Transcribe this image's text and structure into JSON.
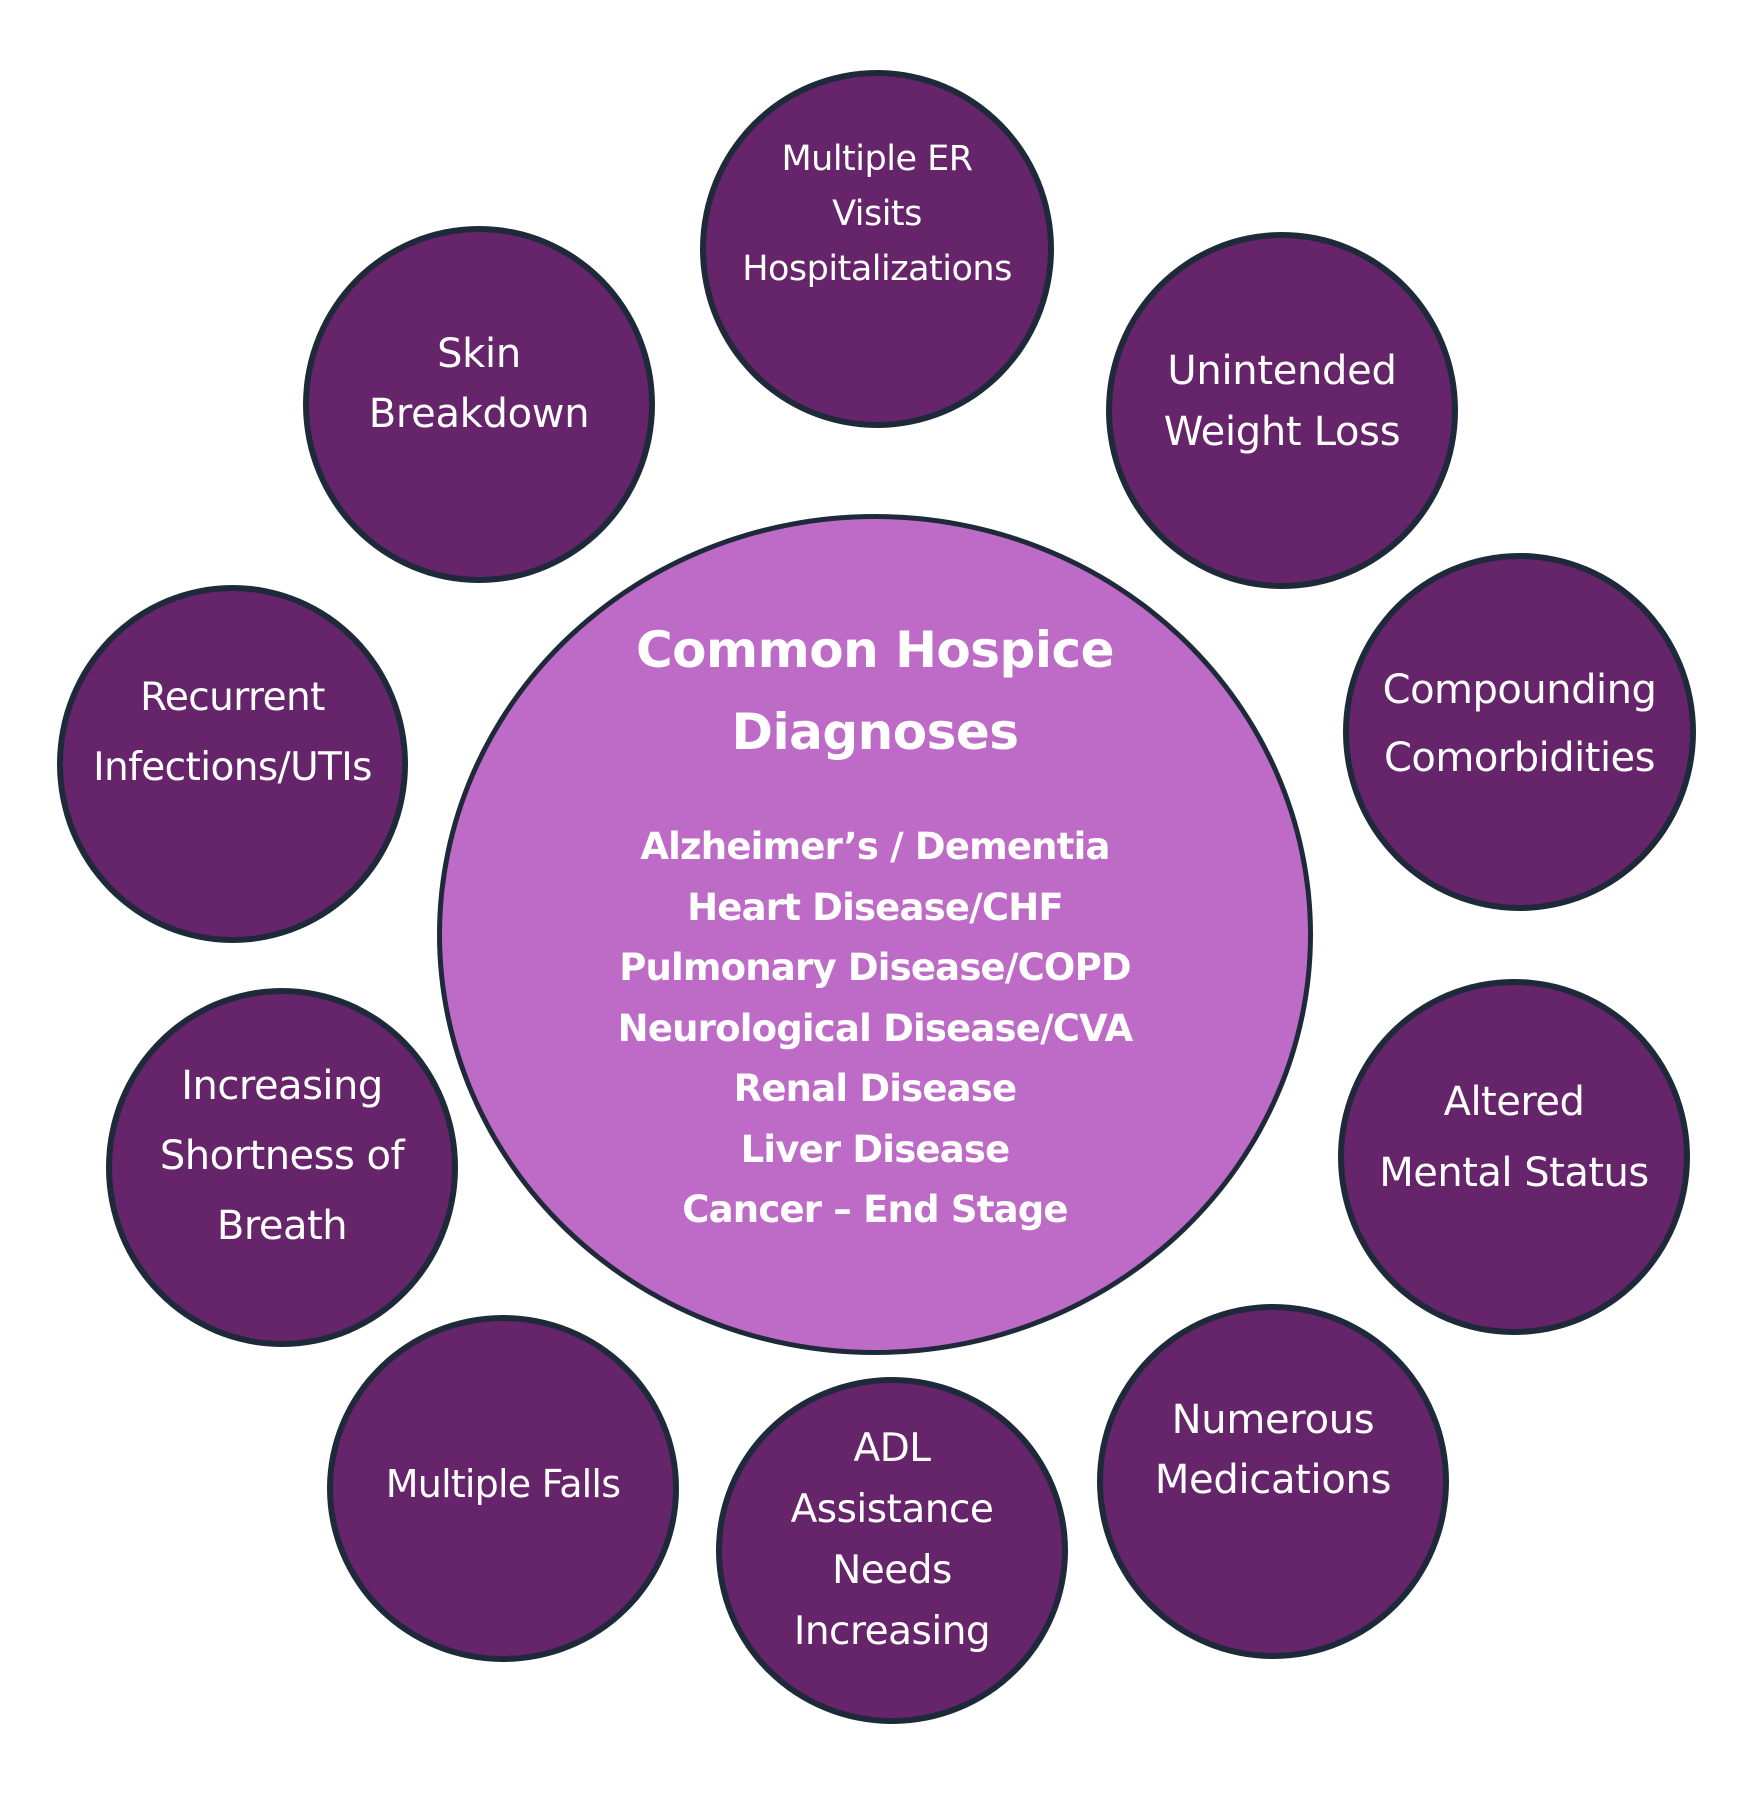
{
  "colors": {
    "node_fill": "#66246a",
    "center_fill": "#bd6bc6",
    "border": "#1e2a3a",
    "text": "#ffffff"
  },
  "center": {
    "title_lines": [
      "Common Hospice",
      "Diagnoses"
    ],
    "diagnoses": [
      "Alzheimer’s / Dementia",
      "Heart Disease/CHF",
      "Pulmonary Disease/COPD",
      "Neurological Disease/CVA",
      "Renal Disease",
      "Liver Disease",
      "Cancer – End Stage"
    ]
  },
  "indicators": [
    {
      "id": "er-visits",
      "lines": [
        "Multiple ER",
        "Visits",
        "Hospitalizations"
      ]
    },
    {
      "id": "weight-loss",
      "lines": [
        "Unintended",
        "Weight Loss"
      ]
    },
    {
      "id": "comorbidities",
      "lines": [
        "Compounding",
        "Comorbidities"
      ]
    },
    {
      "id": "mental-status",
      "lines": [
        "Altered",
        "Mental Status"
      ]
    },
    {
      "id": "medications",
      "lines": [
        "Numerous",
        "Medications"
      ]
    },
    {
      "id": "adl",
      "lines": [
        "ADL",
        "Assistance",
        "Needs",
        "Increasing"
      ]
    },
    {
      "id": "falls",
      "lines": [
        "Multiple Falls"
      ]
    },
    {
      "id": "shortness-of-breath",
      "lines": [
        "Increasing",
        "Shortness of",
        "Breath"
      ]
    },
    {
      "id": "infections",
      "lines": [
        "Recurrent",
        "Infections/UTIs"
      ]
    },
    {
      "id": "skin",
      "lines": [
        "Skin",
        "Breakdown"
      ]
    }
  ]
}
